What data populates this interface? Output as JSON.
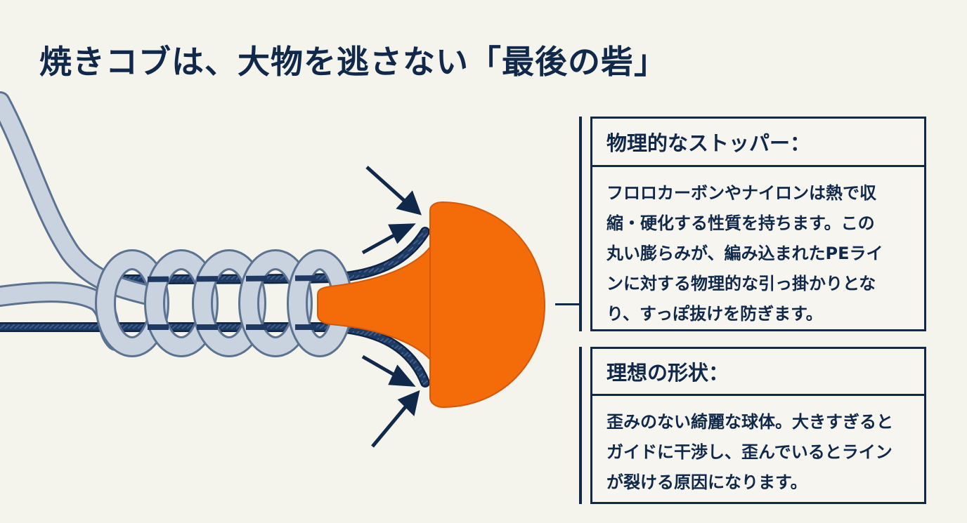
{
  "title": "焼きコブは、大物を逃さない「最後の砦」",
  "diagram": {
    "elements": {
      "leader_line": "fluorocarbon / nylon leader (light blue, coiled)",
      "main_line": "braided PE line (navy)",
      "knot_bump": "melted knot bump (orange)",
      "arrows": "compression arrows pointing to bump"
    },
    "colors": {
      "background": "#f4f3ec",
      "navy": "#10294a",
      "leader_fill": "#c9d3e0",
      "leader_stroke": "#5b7390",
      "braid": "#1e3a63",
      "bump": "#f46c0a",
      "bump_stroke": "#d2580a"
    }
  },
  "panels": [
    {
      "heading": "物理的なストッパー：",
      "lines": [
        "フロロカーボンやナイロンは熱で収",
        "縮・硬化する性質を持ちます。この",
        "丸い膨らみが、編み込まれたPEライ",
        "ンに対する物理的な引っ掛かりとな",
        "り、すっぽ抜けを防ぎます。"
      ]
    },
    {
      "heading": "理想の形状：",
      "lines": [
        "歪みのない綺麗な球体。大きすぎると",
        "ガイドに干渉し、歪んでいるとライン",
        "が裂ける原因になります。"
      ]
    }
  ]
}
